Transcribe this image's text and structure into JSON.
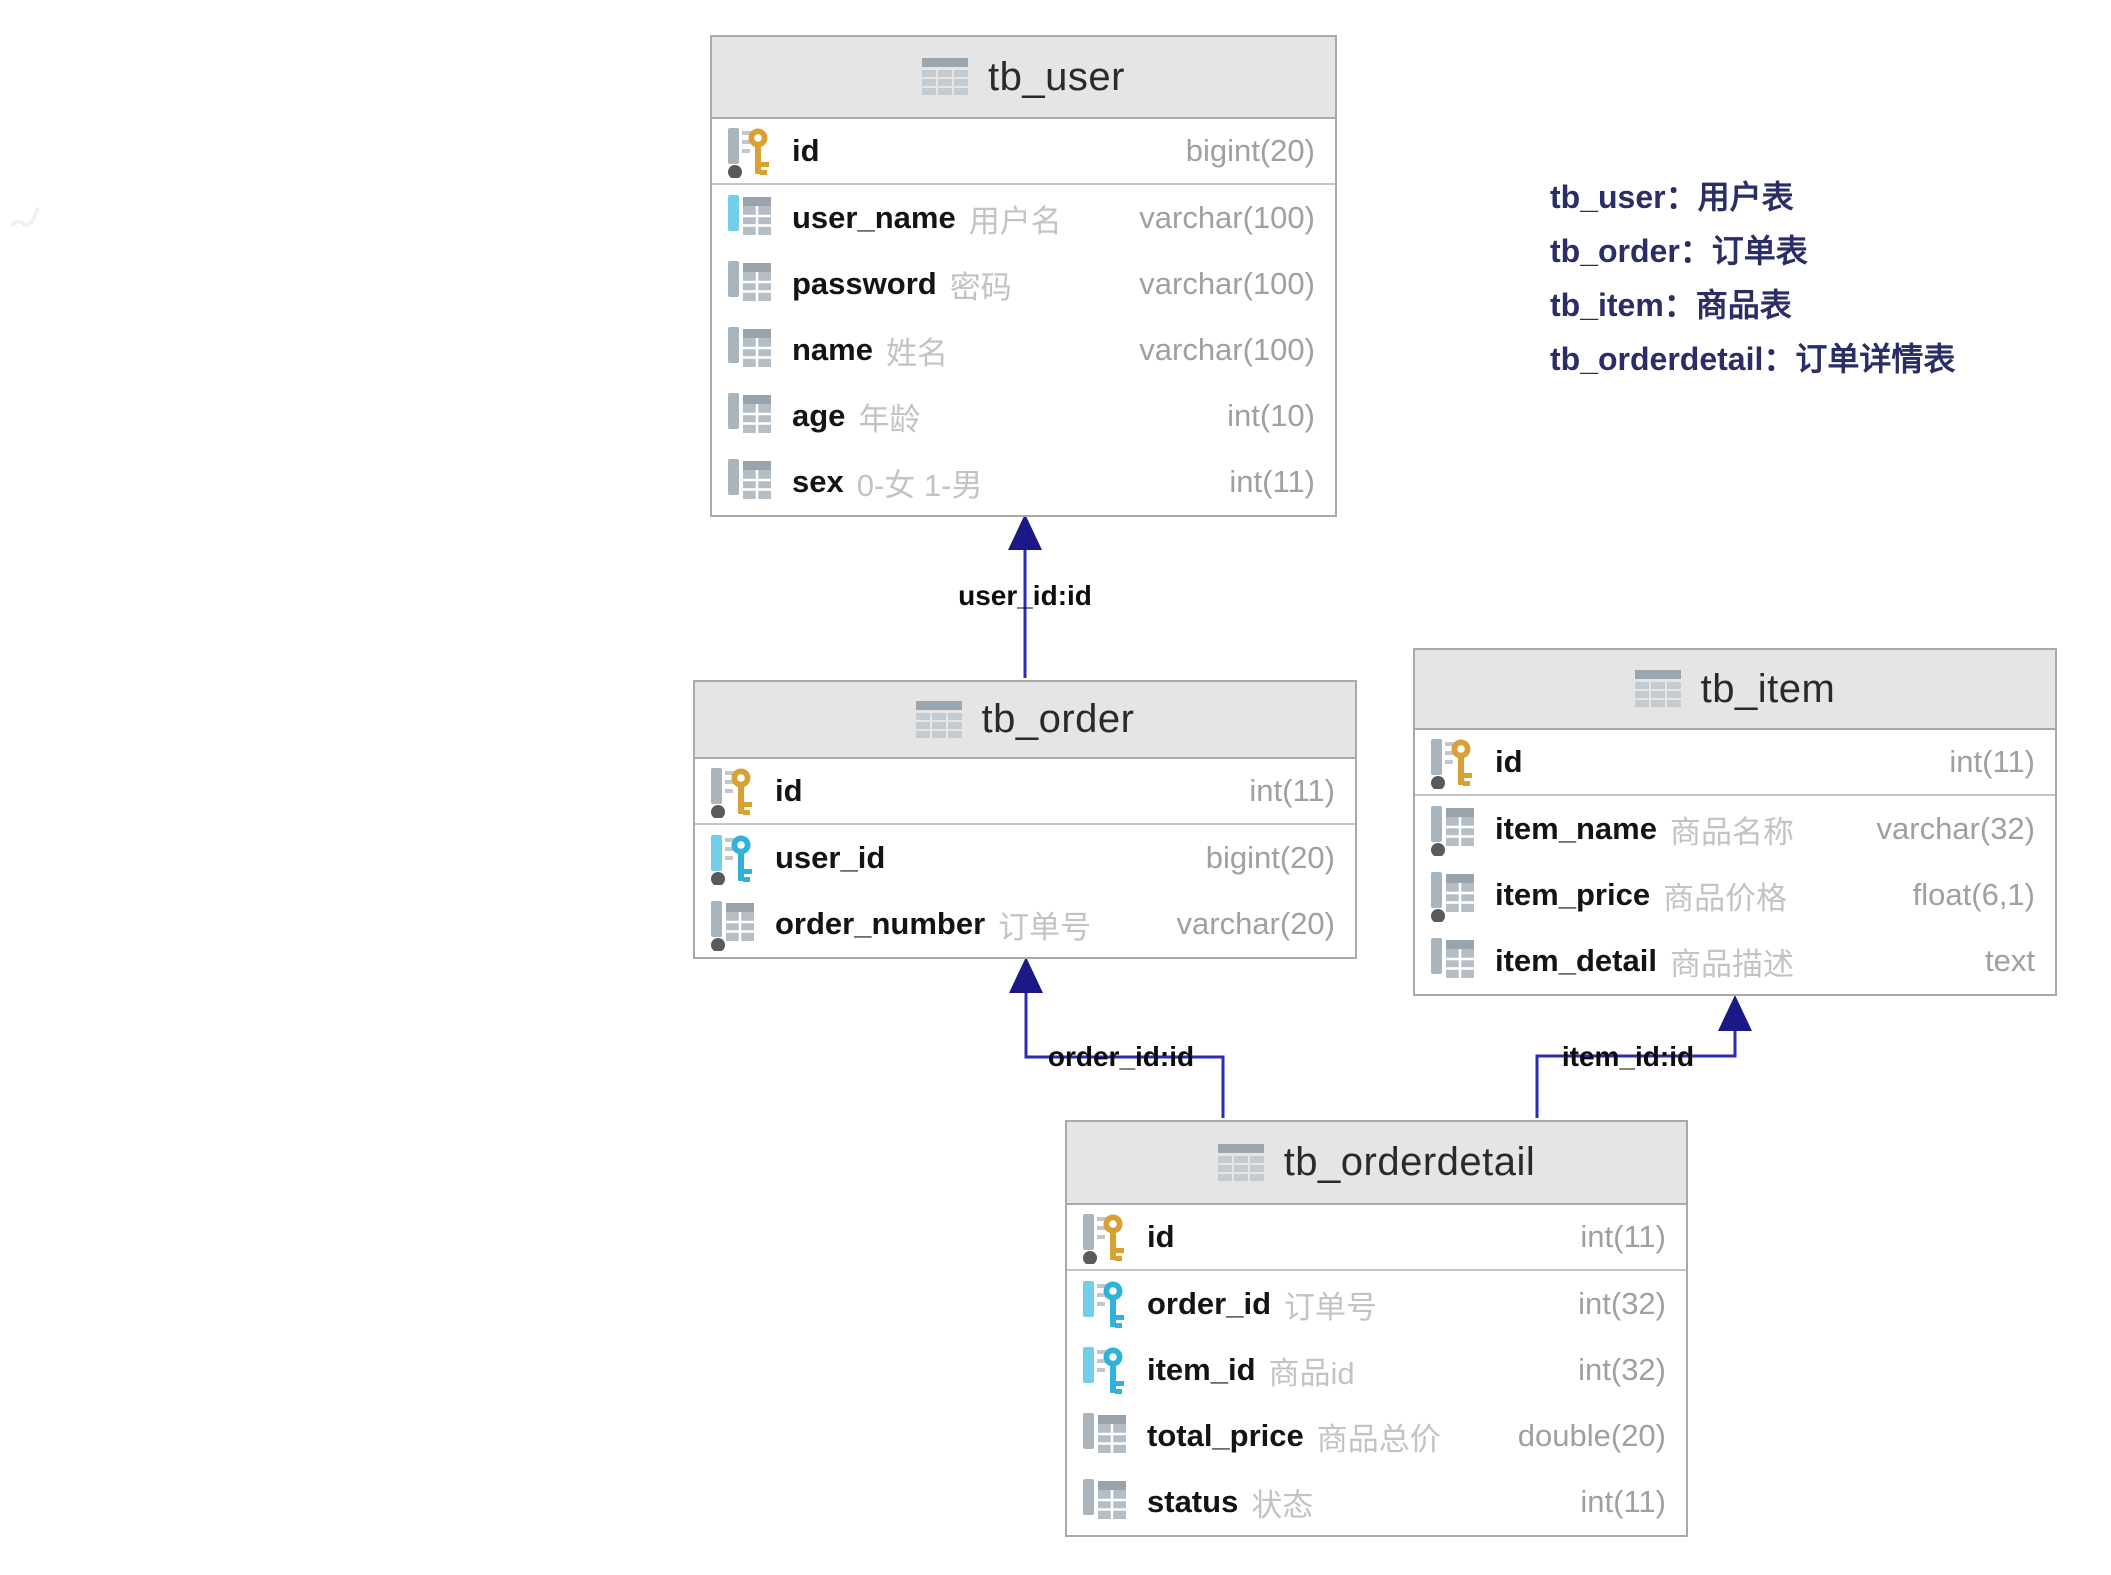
{
  "legend": {
    "items": [
      "tb_user：用户表",
      "tb_order：订单表",
      "tb_item：商品表",
      "tb_orderdetail：订单详情表"
    ]
  },
  "icons": {
    "table_icon": "table-grid-icon",
    "primary_key_icon": "gold-key-icon",
    "foreign_key_icon": "cyan-key-icon",
    "column_icon": "column-grid-icon"
  },
  "colors": {
    "header_bg": "#e5e5e5",
    "table_border": "#a9a9a9",
    "field_name": "#141414",
    "field_comment": "#c3c3c3",
    "field_type": "#a0a0a0",
    "wire": "#2c2cb2",
    "arrow": "#1a1986",
    "legend_text": "#2b2d66",
    "pk_key": "#d9a033",
    "fk_key": "#2fb3dc"
  },
  "tables": [
    {
      "name": "tb_user",
      "fields": [
        {
          "name": "id",
          "comment": "",
          "type": "bigint(20)"
        },
        {
          "name": "user_name",
          "comment": "用户名",
          "type": "varchar(100)"
        },
        {
          "name": "password",
          "comment": "密码",
          "type": "varchar(100)"
        },
        {
          "name": "name",
          "comment": "姓名",
          "type": "varchar(100)"
        },
        {
          "name": "age",
          "comment": "年龄",
          "type": "int(10)"
        },
        {
          "name": "sex",
          "comment": "0-女 1-男",
          "type": "int(11)"
        }
      ]
    },
    {
      "name": "tb_order",
      "fields": [
        {
          "name": "id",
          "comment": "",
          "type": "int(11)"
        },
        {
          "name": "user_id",
          "comment": "",
          "type": "bigint(20)"
        },
        {
          "name": "order_number",
          "comment": "订单号",
          "type": "varchar(20)"
        }
      ]
    },
    {
      "name": "tb_item",
      "fields": [
        {
          "name": "id",
          "comment": "",
          "type": "int(11)"
        },
        {
          "name": "item_name",
          "comment": "商品名称",
          "type": "varchar(32)"
        },
        {
          "name": "item_price",
          "comment": "商品价格",
          "type": "float(6,1)"
        },
        {
          "name": "item_detail",
          "comment": "商品描述",
          "type": "text"
        }
      ]
    },
    {
      "name": "tb_orderdetail",
      "fields": [
        {
          "name": "id",
          "comment": "",
          "type": "int(11)"
        },
        {
          "name": "order_id",
          "comment": "订单号",
          "type": "int(32)"
        },
        {
          "name": "item_id",
          "comment": "商品id",
          "type": "int(32)"
        },
        {
          "name": "total_price",
          "comment": "商品总价",
          "type": "double(20)"
        },
        {
          "name": "status",
          "comment": "状态",
          "type": "int(11)"
        }
      ]
    }
  ],
  "relations": [
    {
      "label": "user_id:id"
    },
    {
      "label": "order_id:id"
    },
    {
      "label": "item_id:id"
    }
  ]
}
